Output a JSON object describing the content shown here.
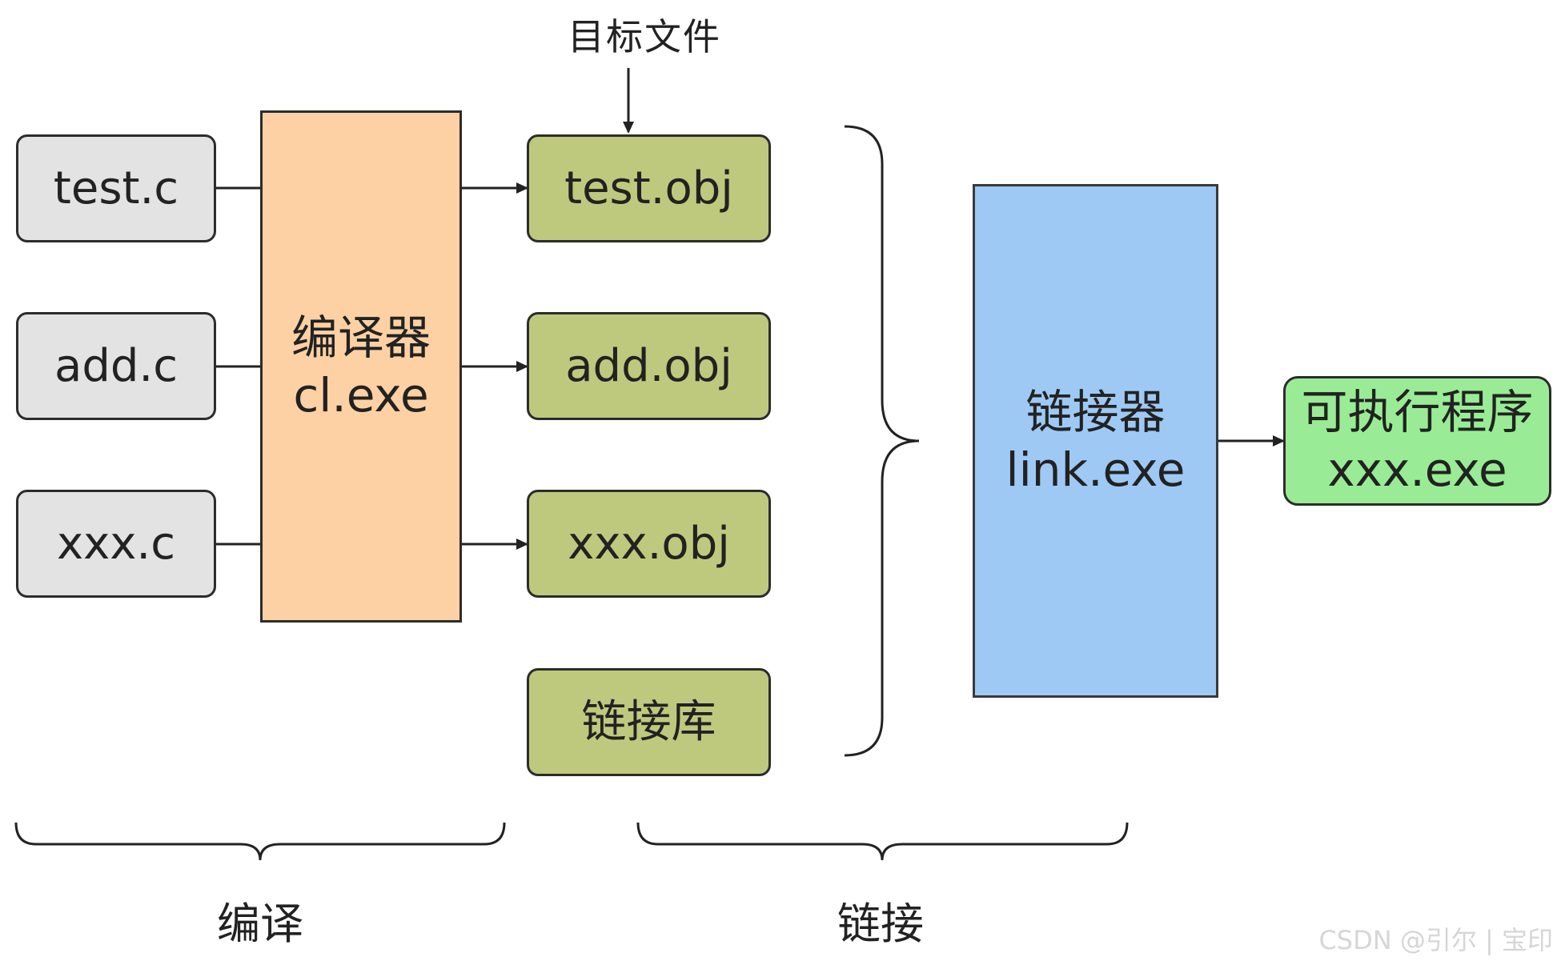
{
  "sources": [
    {
      "label": "test.c"
    },
    {
      "label": "add.c"
    },
    {
      "label": "xxx.c"
    }
  ],
  "compiler": {
    "name": "编译器",
    "exe": "cl.exe"
  },
  "objects": [
    {
      "label": "test.obj"
    },
    {
      "label": "add.obj"
    },
    {
      "label": "xxx.obj"
    },
    {
      "label": "链接库"
    }
  ],
  "object_annotation": "目标文件",
  "linker": {
    "name": "链接器",
    "exe": "link.exe"
  },
  "output": {
    "name": "可执行程序",
    "exe": "xxx.exe"
  },
  "phases": {
    "compile": "编译",
    "link": "链接"
  },
  "watermark": "CSDN @引尔 | 宝印"
}
